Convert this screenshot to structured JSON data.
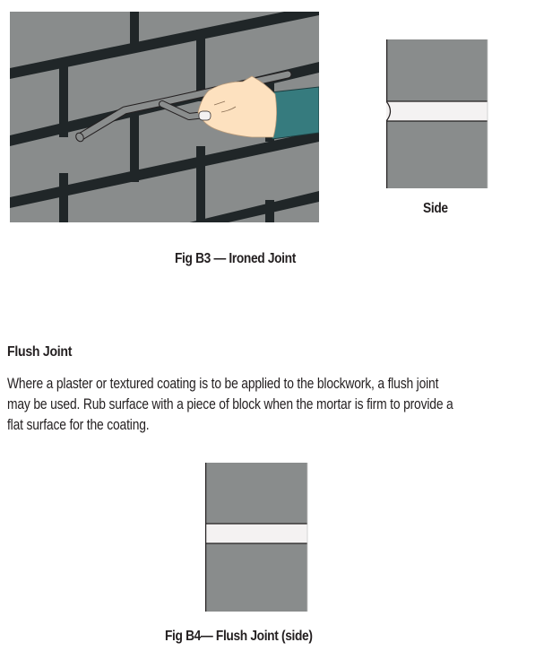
{
  "figure_b3": {
    "illustration": {
      "description": "Hand holding a bent steel rod ironing tool against a grey block wall joint",
      "colors": {
        "block": "#898c8c",
        "mortar": "#202628",
        "tool": "#8a8d8d",
        "skin": "#fde1bf",
        "sleeve": "#367b7e"
      }
    },
    "side_view": {
      "label": "Side",
      "joint_type": "concave",
      "colors": {
        "block": "#898c8c",
        "joint": "#f4f2f2",
        "edge": "#231f20"
      }
    },
    "caption": "Fig B3 — Ironed Joint"
  },
  "section": {
    "heading": "Flush Joint",
    "body_lines": [
      "Where a plaster or textured coating is to be applied to the blockwork, a flush joint",
      "may be used. Rub surface with a piece of block when the mortar is firm to provide a",
      "flat surface for the coating."
    ]
  },
  "figure_b4": {
    "side_view": {
      "joint_type": "flush",
      "colors": {
        "block": "#898c8c",
        "joint": "#f4f2f2",
        "edge": "#231f20"
      }
    },
    "caption": "Fig B4— Flush Joint (side)"
  }
}
